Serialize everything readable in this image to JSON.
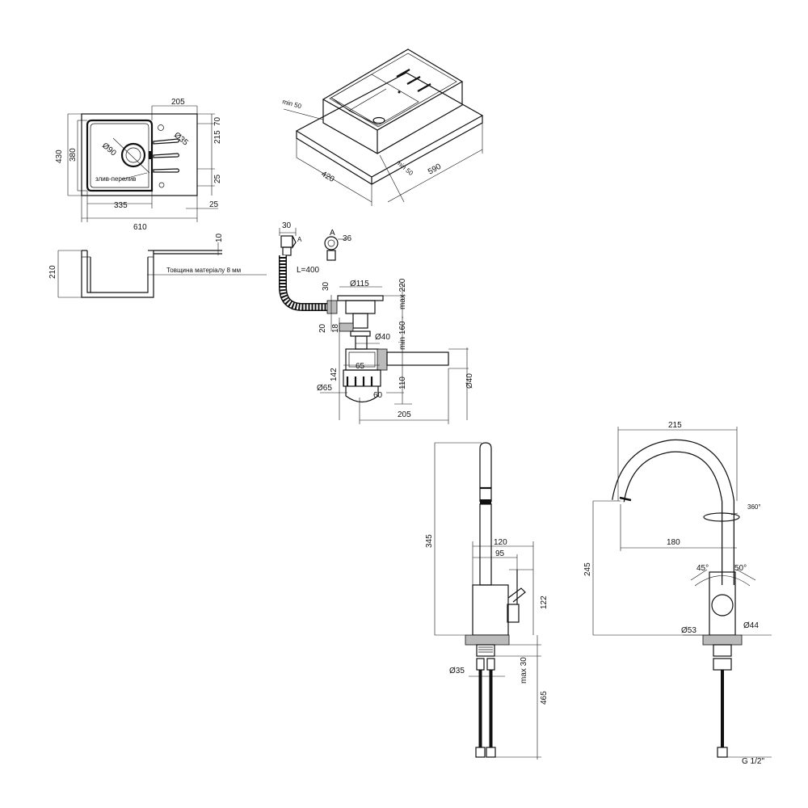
{
  "sink_top_view": {
    "dims": {
      "d205": "205",
      "d430": "430",
      "d380": "380",
      "d70": "70",
      "d215": "215",
      "d25a": "25",
      "d335": "335",
      "d25b": "25",
      "d610": "610",
      "d90": "Ø90",
      "d35": "Ø35"
    },
    "overflow_label": "злив-перелив"
  },
  "sink_iso_view": {
    "min50a": "min 50",
    "min50b": "min 50",
    "d420": "420",
    "d590": "590"
  },
  "sink_section_view": {
    "d210": "210",
    "d10": "10",
    "material_note": "Товщина матеріалу 8 мм"
  },
  "siphon": {
    "d30a": "30",
    "labelA": "A",
    "detailA": "A",
    "d36": "36",
    "hose": "L=400",
    "d30b": "30",
    "d115": "Ø115",
    "d220": "max 220",
    "d160": "min 160 -",
    "d20": "20",
    "d18": "18",
    "d40a": "Ø40",
    "d65": "65",
    "d142": "142",
    "d110": "110",
    "d65b": "Ø65",
    "d60": "60",
    "d40b": "Ø40",
    "d205": "205"
  },
  "faucet_side": {
    "d345": "345",
    "d120": "120",
    "d95": "95",
    "d122": "122",
    "d35": "Ø35",
    "max30": "max 30",
    "d465": "465"
  },
  "faucet_front": {
    "d215": "215",
    "d360": "360°",
    "d180": "180",
    "d245": "245",
    "d45": "45°",
    "d50": "50°",
    "d53": "Ø53",
    "d44": "Ø44",
    "thread": "G 1/2\""
  }
}
